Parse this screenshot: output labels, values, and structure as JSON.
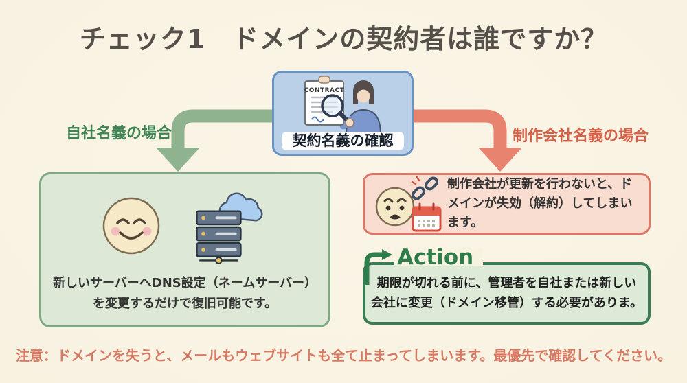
{
  "title": "チェック1　ドメインの契約者は誰ですか？",
  "center_node": {
    "caption": "契約名義の確認",
    "document_label": "CONTRACT",
    "illustration": "person-inspecting-contract-with-magnifier"
  },
  "left_branch": {
    "condition_label": "自社名義の場合",
    "result_panel": {
      "icons": [
        "smiley-face-icon",
        "server-cloud-icon"
      ],
      "line1": "新しいサーバーへDNS設定（ネームサーバー）",
      "line2": "を変更するだけで復旧可能です。"
    }
  },
  "right_branch": {
    "condition_label": "制作会社名義の場合",
    "warning_panel": {
      "icons": [
        "worried-face-icon",
        "broken-link-icon",
        "calendar-icon"
      ],
      "text": "制作会社が更新を行わないと、ドメインが失効（解約）してしまいます。"
    },
    "action_panel": {
      "heading": "Action",
      "line1": "期限が切れる前に、管理者を自社または新しい",
      "line2": "会社に変更（ドメイン移管）する必要がありま。"
    }
  },
  "footer_note": "注意：ドメインを失うと、メールもウェブサイトも全て止まってしまいます。最優先で確認してください。",
  "colors": {
    "background": "#f8f2e1",
    "title_text": "#56504a",
    "center_box_bg": "#bad0e9",
    "center_box_border": "#6a93c4",
    "left_accent": "#3f8453",
    "left_arrow": "#8fb38f",
    "left_box_bg": "#dde8d6",
    "left_box_border": "#7fa885",
    "right_accent": "#d65f48",
    "right_arrow": "#e8836f",
    "warning_box_bg": "#f8ddd0",
    "warning_box_border": "#dd7666",
    "action_green": "#2e7d4b",
    "action_box_bg": "#dcead7",
    "action_box_border": "#3a7c54",
    "footer_text": "#d87a63"
  }
}
